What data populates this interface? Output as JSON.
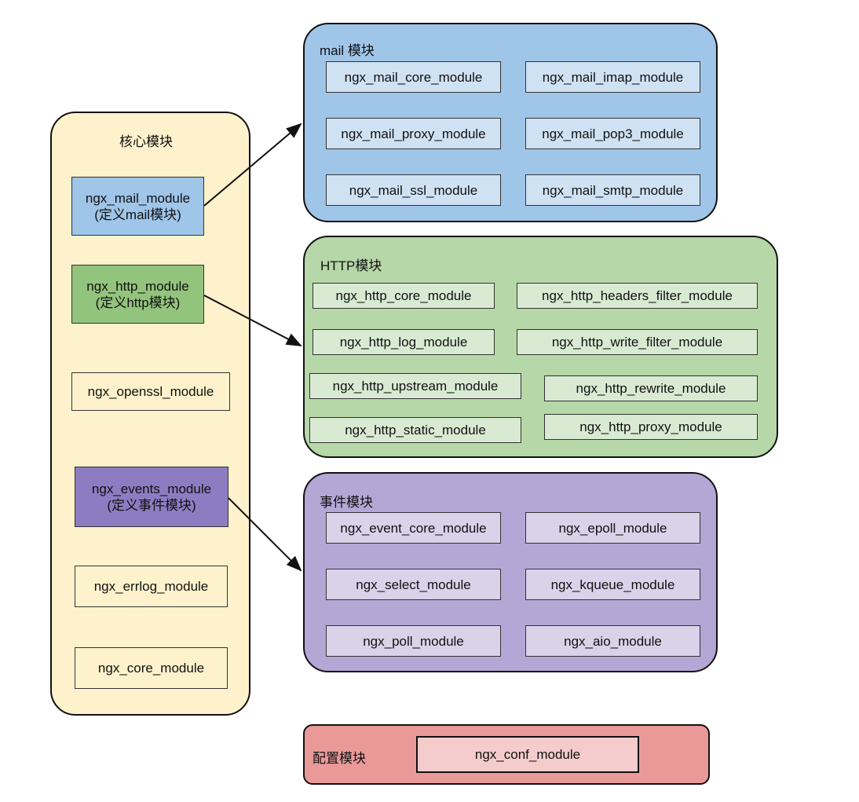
{
  "core": {
    "title": "核心模块",
    "mail_module": {
      "line1": "ngx_mail_module",
      "line2": "(定义mail模块)"
    },
    "http_module": {
      "line1": "ngx_http_module",
      "line2": "(定义http模块)"
    },
    "openssl_module": "ngx_openssl_module",
    "events_module": {
      "line1": "ngx_events_module",
      "line2": "(定义事件模块)"
    },
    "errlog_module": "ngx_errlog_module",
    "core_module": "ngx_core_module"
  },
  "mail": {
    "title": "mail 模块",
    "modules": [
      "ngx_mail_core_module",
      "ngx_mail_imap_module",
      "ngx_mail_proxy_module",
      "ngx_mail_pop3_module",
      "ngx_mail_ssl_module",
      "ngx_mail_smtp_module"
    ]
  },
  "http": {
    "title": "HTTP模块",
    "modules": [
      "ngx_http_core_module",
      "ngx_http_headers_filter_module",
      "ngx_http_log_module",
      "ngx_http_write_filter_module",
      "ngx_http_upstream_module",
      "ngx_http_rewrite_module",
      "ngx_http_static_module",
      "ngx_http_proxy_module"
    ]
  },
  "events": {
    "title": "事件模块",
    "modules": [
      "ngx_event_core_module",
      "ngx_epoll_module",
      "ngx_select_module",
      "ngx_kqueue_module",
      "ngx_poll_module",
      "ngx_aio_module"
    ]
  },
  "conf": {
    "title": "配置模块",
    "module": "ngx_conf_module"
  },
  "colors": {
    "core_bg": "#fdf2cc",
    "mail_bg": "#9fc5e8",
    "mail_box": "#cfe2f3",
    "mail_core_box": "#9fc5e8",
    "http_bg": "#b6d7a8",
    "http_box": "#d9ead3",
    "http_core_box": "#93c47d",
    "events_bg": "#b4a7d6",
    "events_box": "#d9d2e9",
    "events_core_box": "#8e7cc3",
    "conf_bg": "#ea9999",
    "conf_box": "#f4cccc"
  }
}
